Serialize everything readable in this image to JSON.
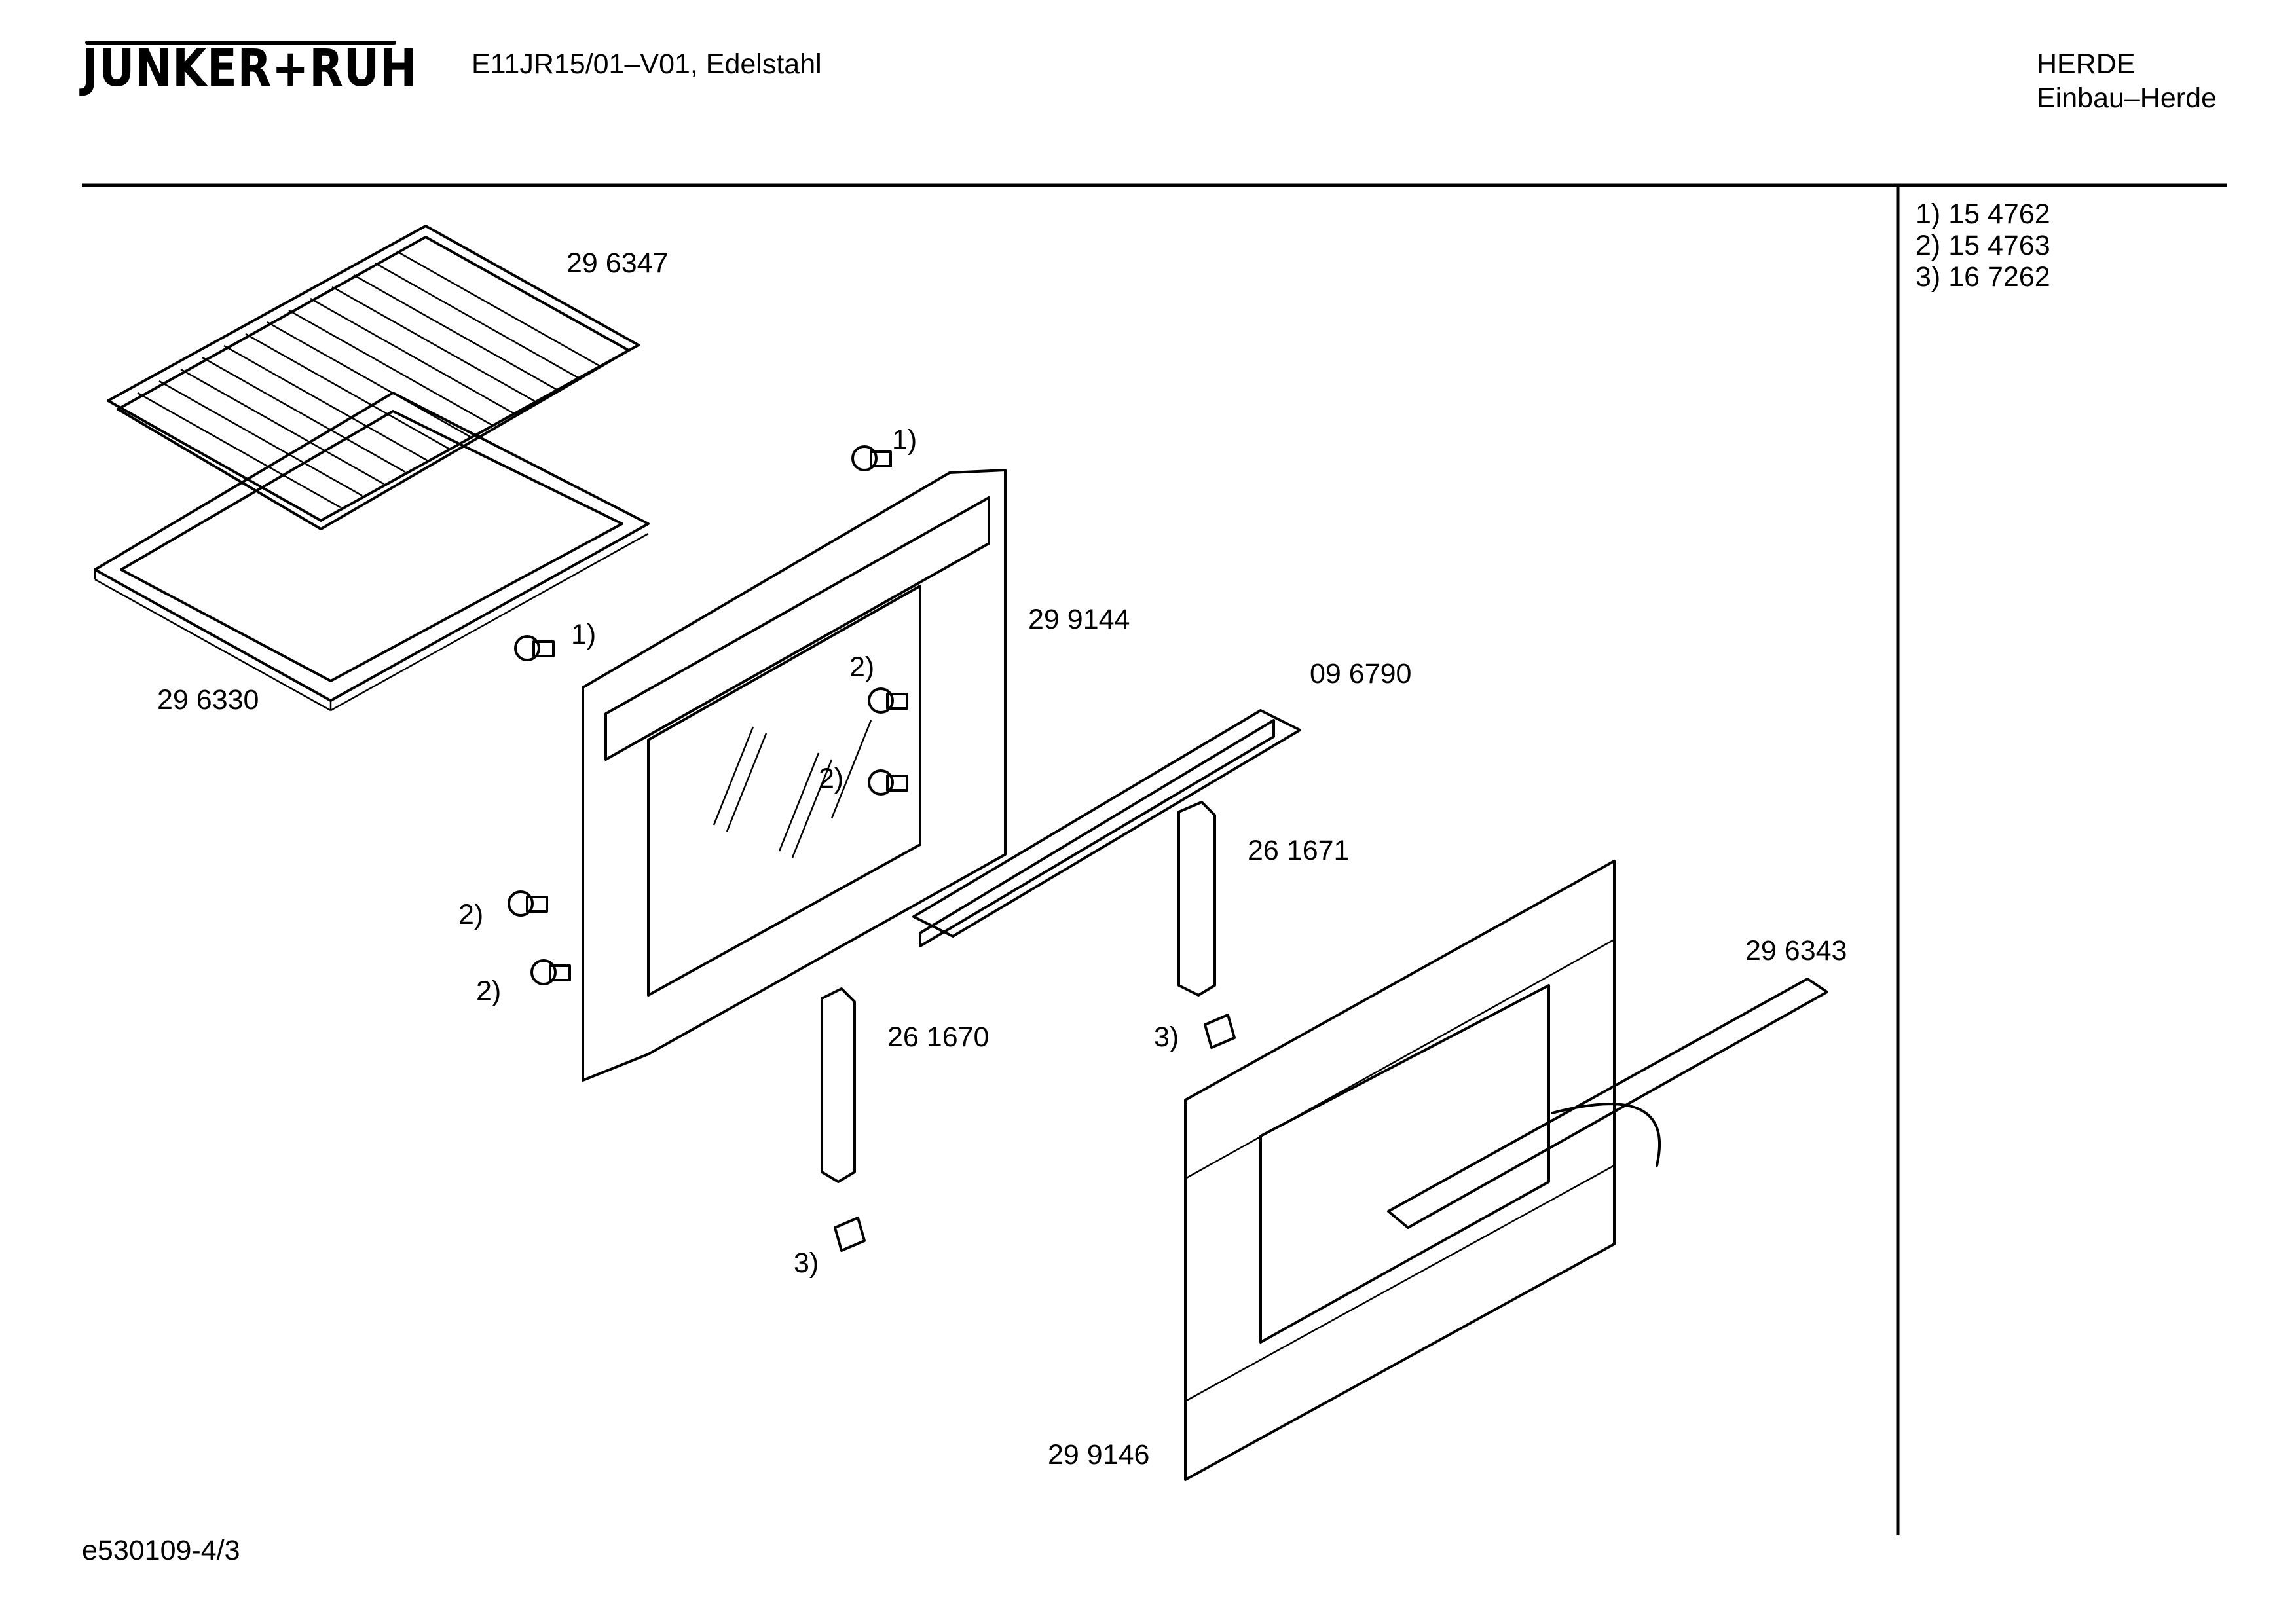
{
  "header": {
    "brand": "JUNKER+RUH",
    "model": "E11JR15/01–V01, Edelstahl",
    "category_line1": "HERDE",
    "category_line2": "Einbau–Herde"
  },
  "legend": [
    {
      "key": "1)",
      "value": "15 4762"
    },
    {
      "key": "2)",
      "value": "15 4763"
    },
    {
      "key": "3)",
      "value": "16 7262"
    }
  ],
  "parts": {
    "p296347": "29 6347",
    "p296330": "29 6330",
    "p299144": "29 9144",
    "p096790": "09 6790",
    "p261671": "26 1671",
    "p261670": "26 1670",
    "p296343": "29 6343",
    "p299146": "29 9146"
  },
  "callouts": {
    "c1a": "1)",
    "c1b": "1)",
    "c2a": "2)",
    "c2b": "2)",
    "c2c": "2)",
    "c2d": "2)",
    "c3a": "3)",
    "c3b": "3)"
  },
  "footer": {
    "doc_id": "e530109-4/3"
  }
}
